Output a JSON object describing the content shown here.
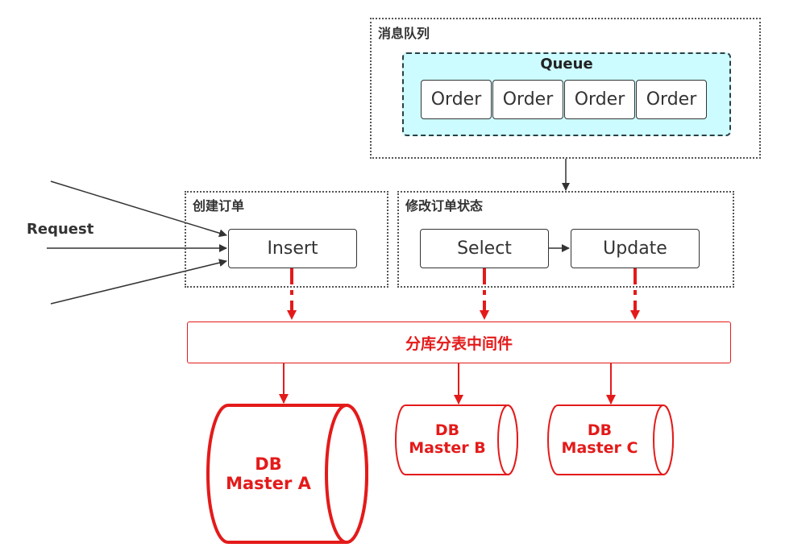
{
  "mq": {
    "label": "消息队列",
    "queue_label": "Queue",
    "orders": [
      "Order",
      "Order",
      "Order",
      "Order"
    ]
  },
  "create_order": {
    "label": "创建订单",
    "insert": "Insert"
  },
  "modify_order": {
    "label": "修改订单状态",
    "select": "Select",
    "update": "Update"
  },
  "request_label": "Request",
  "middleware_label": "分库分表中间件",
  "databases": [
    {
      "line1": "DB",
      "line2": "Master A"
    },
    {
      "line1": "DB",
      "line2": "Master B"
    },
    {
      "line1": "DB",
      "line2": "Master C"
    }
  ],
  "colors": {
    "accent": "#e41a1a",
    "queue_bg": "#ccfcff",
    "line": "#333333"
  }
}
